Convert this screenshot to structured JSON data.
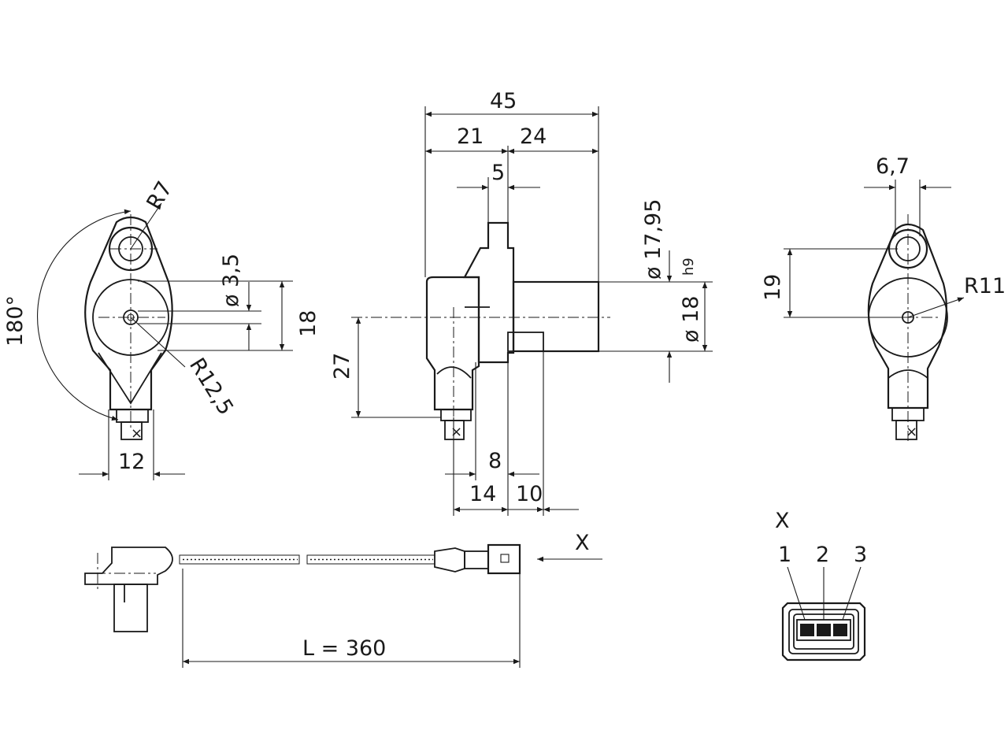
{
  "dimensions": {
    "radius_tab": "R7",
    "angle": "180°",
    "hole_dia": "ø 3,5",
    "radius_body": "R12,5",
    "height_18": "18",
    "width_12": "12",
    "overall_45": "45",
    "part_21": "21",
    "part_24": "24",
    "flange_5": "5",
    "dia_1795": "ø 17,95",
    "dia_18": "ø 18",
    "tolerance": "h9",
    "height_27": "27",
    "dim_8": "8",
    "dim_14": "14",
    "dim_10": "10",
    "dim_67": "6,7",
    "dim_19": "19",
    "radius_r11": "R11",
    "cable_length": "L = 360"
  },
  "connector": {
    "view_label": "X",
    "arrow_label": "X",
    "pins": [
      "1",
      "2",
      "3"
    ]
  }
}
